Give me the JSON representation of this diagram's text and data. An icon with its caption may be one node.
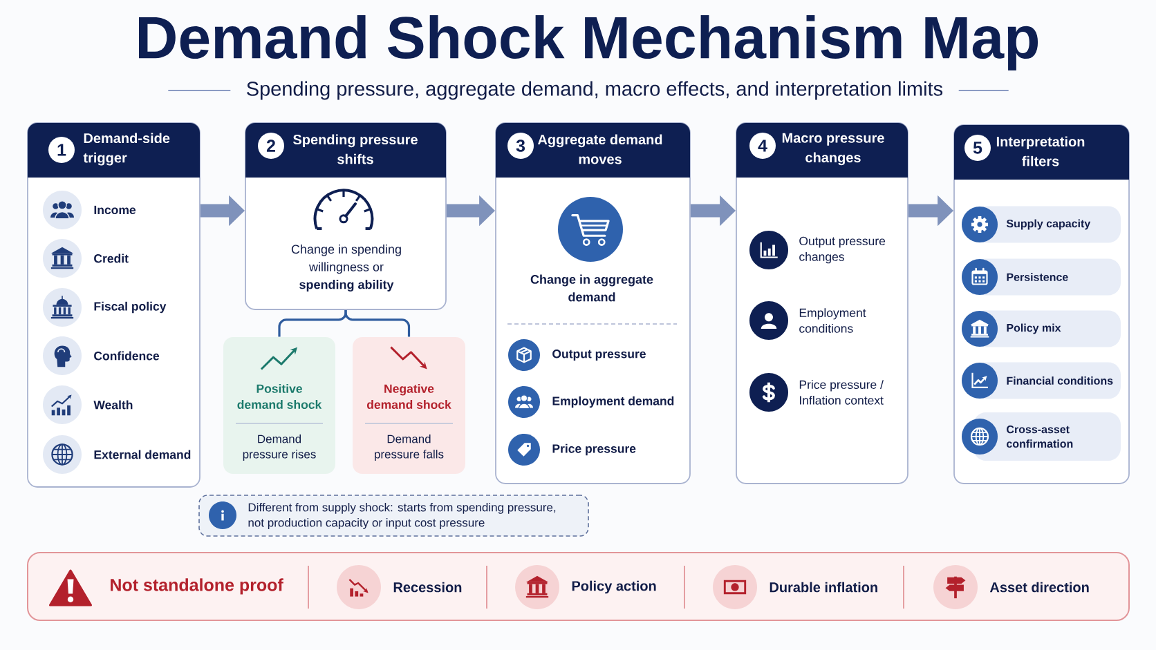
{
  "diagram": {
    "title": "Demand Shock Mechanism Map",
    "nodes": [
      {
        "text": [
          "1",
          "Demand-side trigger"
        ]
      },
      {
        "text": [
          "Income"
        ],
        "in": 0
      },
      {
        "text": [
          "Credit"
        ],
        "in": 0
      },
      {
        "text": [
          "Fiscal policy"
        ],
        "in": 0
      },
      {
        "text": [
          "Confidence"
        ],
        "in": 0
      },
      {
        "text": [
          "Wealth"
        ],
        "in": 0
      },
      {
        "text": [
          "External demand"
        ],
        "in": 0
      },
      {
        "text": [
          "2",
          "Spending pressure shifts",
          "Change in spending willingness or **spending ability**"
        ]
      },
      {
        "text": [
          "Positive demand shock",
          "Demand pressure rises"
        ]
      },
      {
        "text": [
          "Negative demand shock",
          "Demand pressure falls"
        ]
      },
      {
        "text": [
          "3",
          "Aggregate demand moves",
          "Change in aggregate demand"
        ]
      },
      {
        "text": [
          "Output pressure"
        ],
        "in": 10
      },
      {
        "text": [
          "Employment demand"
        ],
        "in": 10
      },
      {
        "text": [
          "Price pressure"
        ],
        "in": 10
      },
      {
        "text": [
          "4",
          "Macro pressure changes"
        ]
      },
      {
        "text": [
          "Output pressure changes"
        ],
        "in": 14
      },
      {
        "text": [
          "Employment conditions"
        ],
        "in": 14
      },
      {
        "text": [
          "Price pressure / Inflation context"
        ],
        "in": 14
      },
      {
        "text": [
          "5",
          "Interpretation filters"
        ]
      },
      {
        "text": [
          "Supply capacity"
        ],
        "in": 18
      },
      {
        "text": [
          "Persistence"
        ],
        "in": 18
      },
      {
        "text": [
          "Policy mix"
        ],
        "in": 18
      },
      {
        "text": [
          "Financial conditions"
        ],
        "in": 18
      },
      {
        "text": [
          "Cross-asset confirmation"
        ],
        "in": 18
      },
      {
        "text": [
          "Different from supply shock: starts from spending pressure, not production capacity or input cost pressure"
        ]
      },
      {
        "text": [
          "Not standalone proof"
        ]
      },
      {
        "text": [
          "Recession"
        ],
        "in": 25
      },
      {
        "text": [
          "Policy action"
        ],
        "in": 25
      },
      {
        "text": [
          "Durable inflation"
        ],
        "in": 25
      },
      {
        "text": [
          "Asset direction"
        ],
        "in": 25
      }
    ],
    "edges": [
      {
        "from": 0,
        "to": 7,
        "arrow": "to"
      },
      {
        "from": 7,
        "to": 10,
        "arrow": "to"
      },
      {
        "from": 10,
        "to": 14,
        "arrow": "to"
      },
      {
        "from": 14,
        "to": 18,
        "arrow": "to"
      },
      {
        "from": 7,
        "to": 8,
        "arrow": "none",
        "color": "#2f5c9e"
      },
      {
        "from": 7,
        "to": 9,
        "arrow": "none",
        "color": "#2f5c9e"
      }
    ],
    "labels": [
      "Spending pressure, aggregate demand, macro effects, and interpretation limits"
    ]
  }
}
